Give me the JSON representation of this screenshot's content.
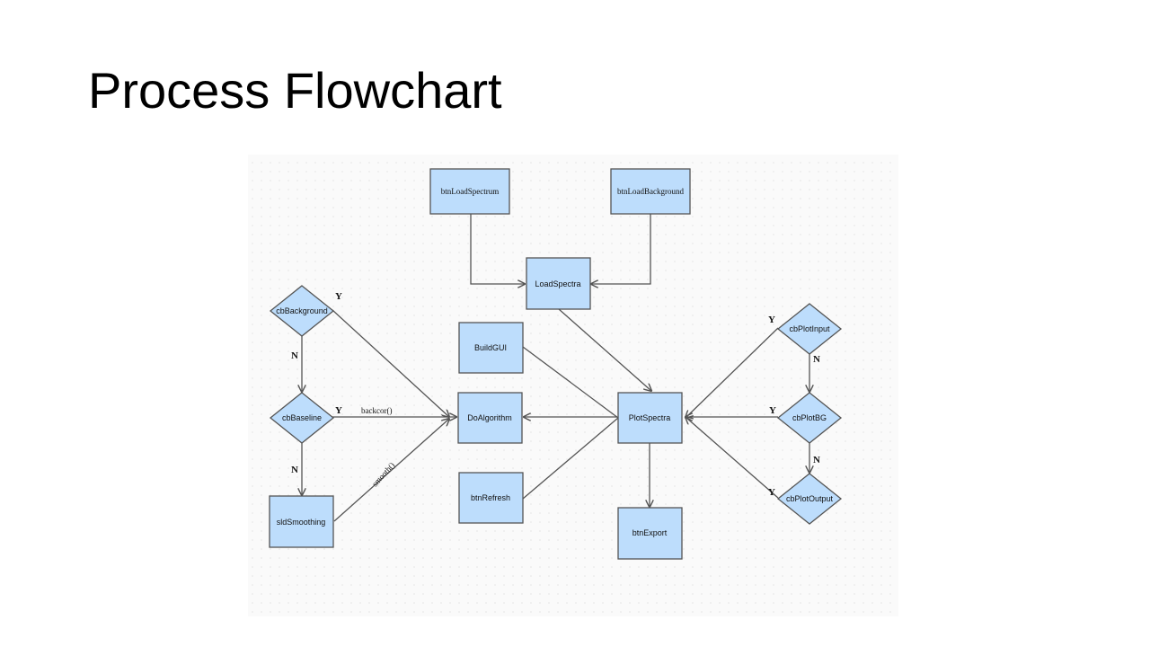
{
  "slide": {
    "title": "Process Flowchart"
  },
  "nodes": {
    "btn_load_spectrum": "btnLoadSpectrum",
    "btn_load_background": "btnLoadBackground",
    "load_spectra": "LoadSpectra",
    "build_gui": "BuildGUI",
    "do_algorithm": "DoAlgorithm",
    "btn_refresh": "btnRefresh",
    "plot_spectra": "PlotSpectra",
    "btn_export": "btnExport",
    "cb_background": "cbBackground",
    "cb_baseline": "cbBaseline",
    "sld_smoothing": "sldSmoothing",
    "cb_plot_input": "cbPlotInput",
    "cb_plot_bg": "cbPlotBG",
    "cb_plot_output": "cbPlotOutput"
  },
  "edge_labels": {
    "yes": "Y",
    "no": "N",
    "backcor": "backcor()",
    "smooth": "smooth()"
  },
  "colors": {
    "node_fill": "#bdddfc",
    "line": "#555555"
  }
}
